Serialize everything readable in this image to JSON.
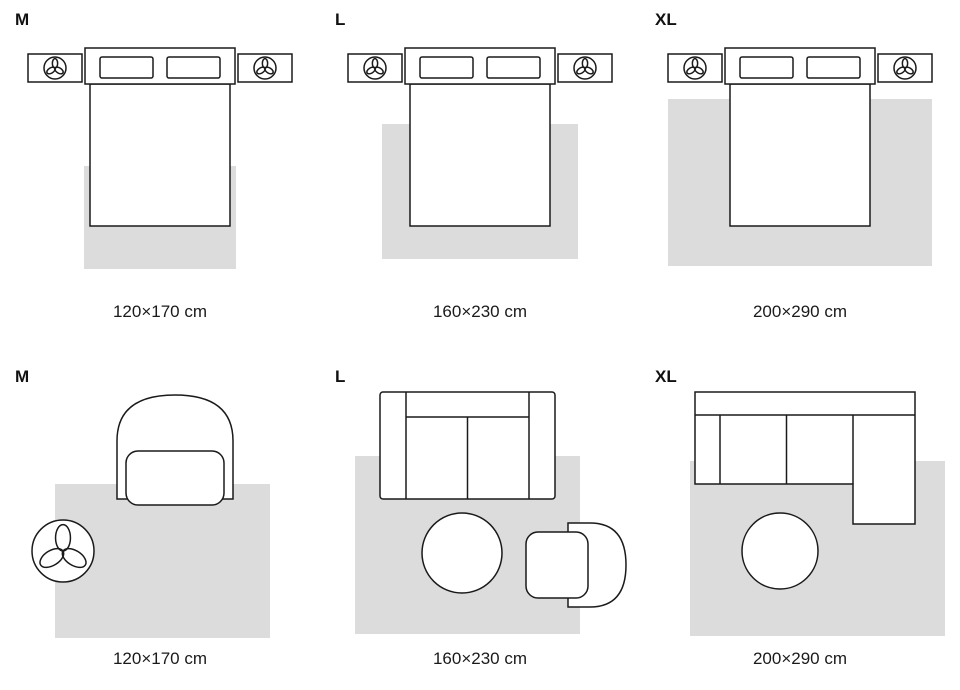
{
  "colors": {
    "rug": "#dcdcdc",
    "outline": "#1a1a1a",
    "background": "#ffffff",
    "text": "#111111"
  },
  "bedroom_row": {
    "panels": [
      {
        "size_label": "M",
        "dimensions": "120×170 cm"
      },
      {
        "size_label": "L",
        "dimensions": "160×230 cm"
      },
      {
        "size_label": "XL",
        "dimensions": "200×290 cm"
      }
    ]
  },
  "living_room_row": {
    "panels": [
      {
        "size_label": "M",
        "dimensions": "120×170 cm"
      },
      {
        "size_label": "L",
        "dimensions": "160×230 cm"
      },
      {
        "size_label": "XL",
        "dimensions": "200×290 cm"
      }
    ]
  },
  "icons": {
    "plant": "plant-icon"
  }
}
